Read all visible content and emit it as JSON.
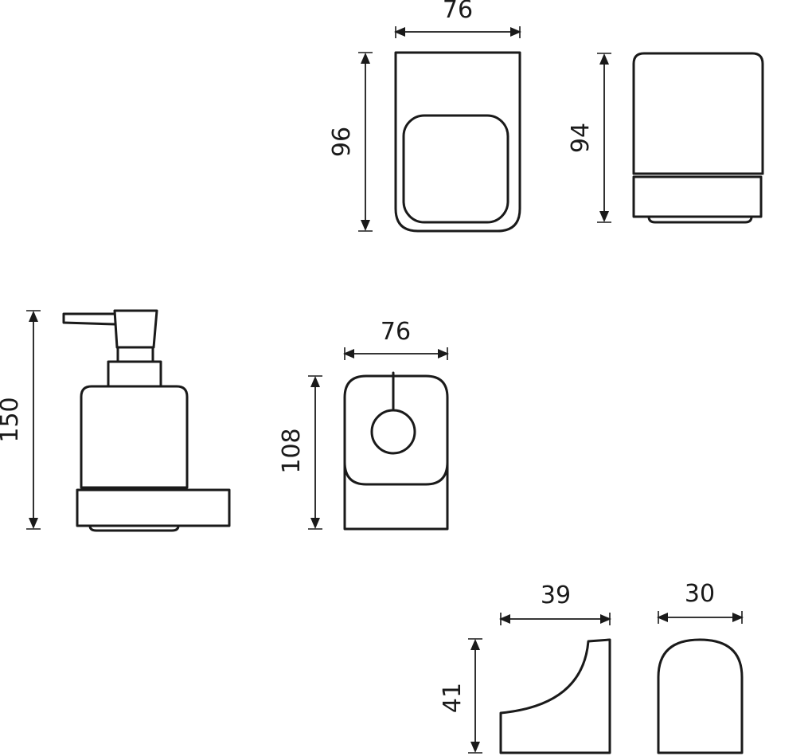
{
  "dimensions": {
    "holder_width": "76",
    "holder_height": "96",
    "tumbler_height": "94",
    "dispenser_height": "150",
    "ring_width": "76",
    "ring_height": "108",
    "hook_width": "39",
    "hook_height": "41",
    "cap_width": "30"
  },
  "colors": {
    "line": "#1a1a1a",
    "background": "#ffffff"
  }
}
